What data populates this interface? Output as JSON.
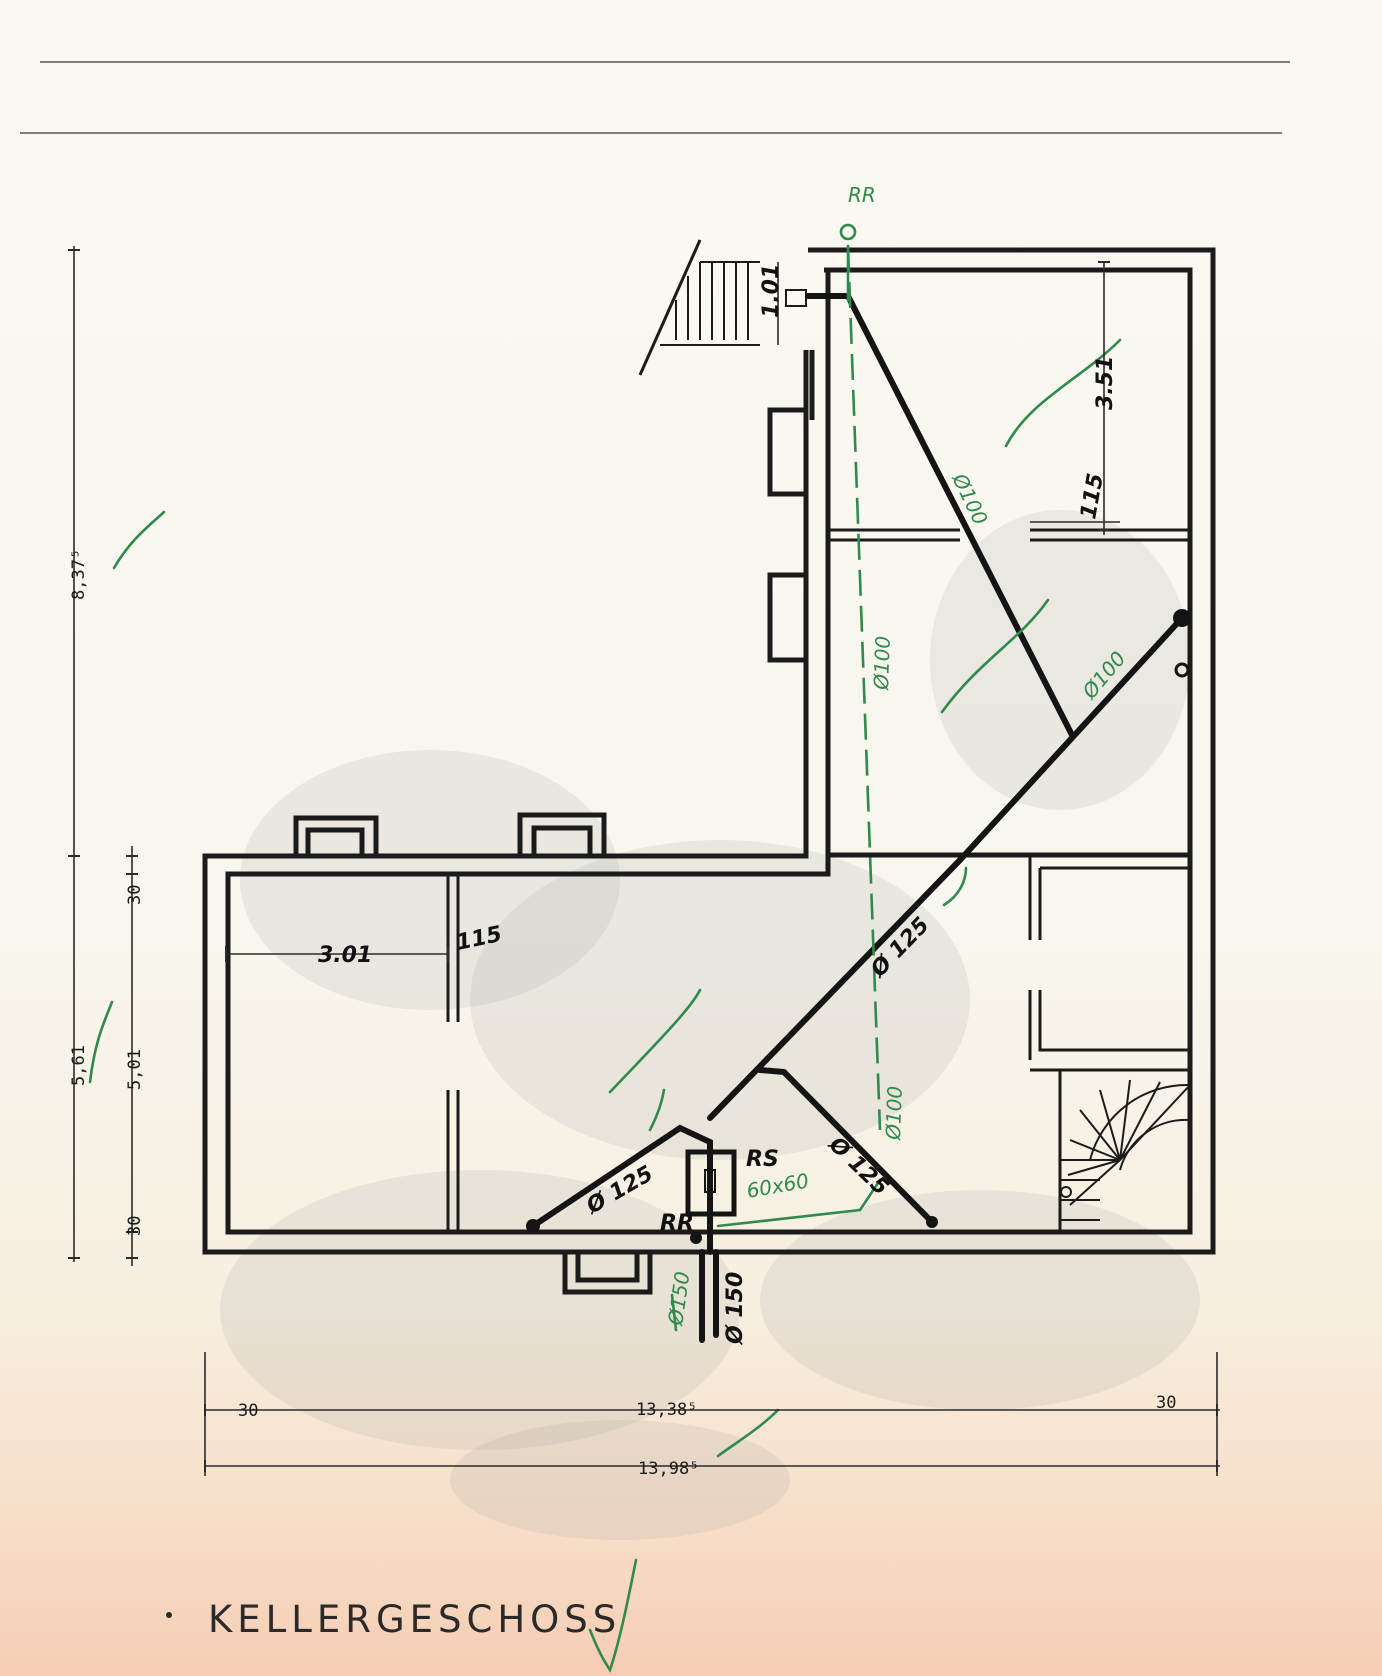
{
  "title": "KELLERGESCHOSS",
  "colors": {
    "ink": "#1b1b1b",
    "green_annotation": "#2f8a4c"
  },
  "labels": {
    "rr_top": "RR",
    "rr_bottom": "RR",
    "rs": "RS",
    "rs_size": "60x60"
  },
  "dimensions": {
    "total_height": "8,37⁵",
    "height_561": "5,61",
    "height_501": "5,01",
    "height_30_top": "30",
    "height_30_bottom": "30",
    "room_width": "3.01",
    "wall_115_left": "115",
    "wall_115_right": "115",
    "stair_101": "1.01",
    "room_351": "3.51",
    "inner_width": "13,38⁵",
    "total_width": "13,98⁵",
    "width_30_left": "30",
    "width_30_right": "30"
  },
  "pipes": {
    "d100_diag": "Ø100",
    "d100_right": "Ø100",
    "d100_vertical": "Ø100",
    "d100_lower": "Ø100",
    "d125_main": "Ø 125",
    "d125_left": "Ø 125",
    "d125_right": "Ø 125",
    "d150_black": "Ø 150",
    "d150_green": "Ø150"
  }
}
